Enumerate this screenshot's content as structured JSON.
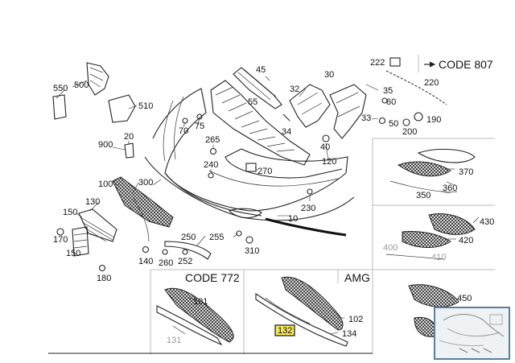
{
  "diagram": {
    "section_labels": {
      "code_807": "CODE 807",
      "code_772": "CODE 772",
      "amg": "AMG"
    },
    "callouts": [
      "550",
      "500",
      "510",
      "900",
      "20",
      "100",
      "300",
      "130",
      "150",
      "170",
      "150",
      "180",
      "140",
      "260",
      "252",
      "250",
      "255",
      "310",
      "70",
      "75",
      "265",
      "240",
      "270",
      "45",
      "55",
      "32",
      "30",
      "35",
      "60",
      "33",
      "50",
      "190",
      "200",
      "34",
      "40",
      "120",
      "230",
      "10",
      "222",
      "220",
      "370",
      "350",
      "360",
      "430",
      "420",
      "400",
      "410",
      "450",
      "101",
      "131",
      "102",
      "134",
      "132"
    ],
    "highlighted_callout": "132",
    "highlight_color": "#f6e85a",
    "thumbnail_border_color": "#5a7f9c"
  }
}
